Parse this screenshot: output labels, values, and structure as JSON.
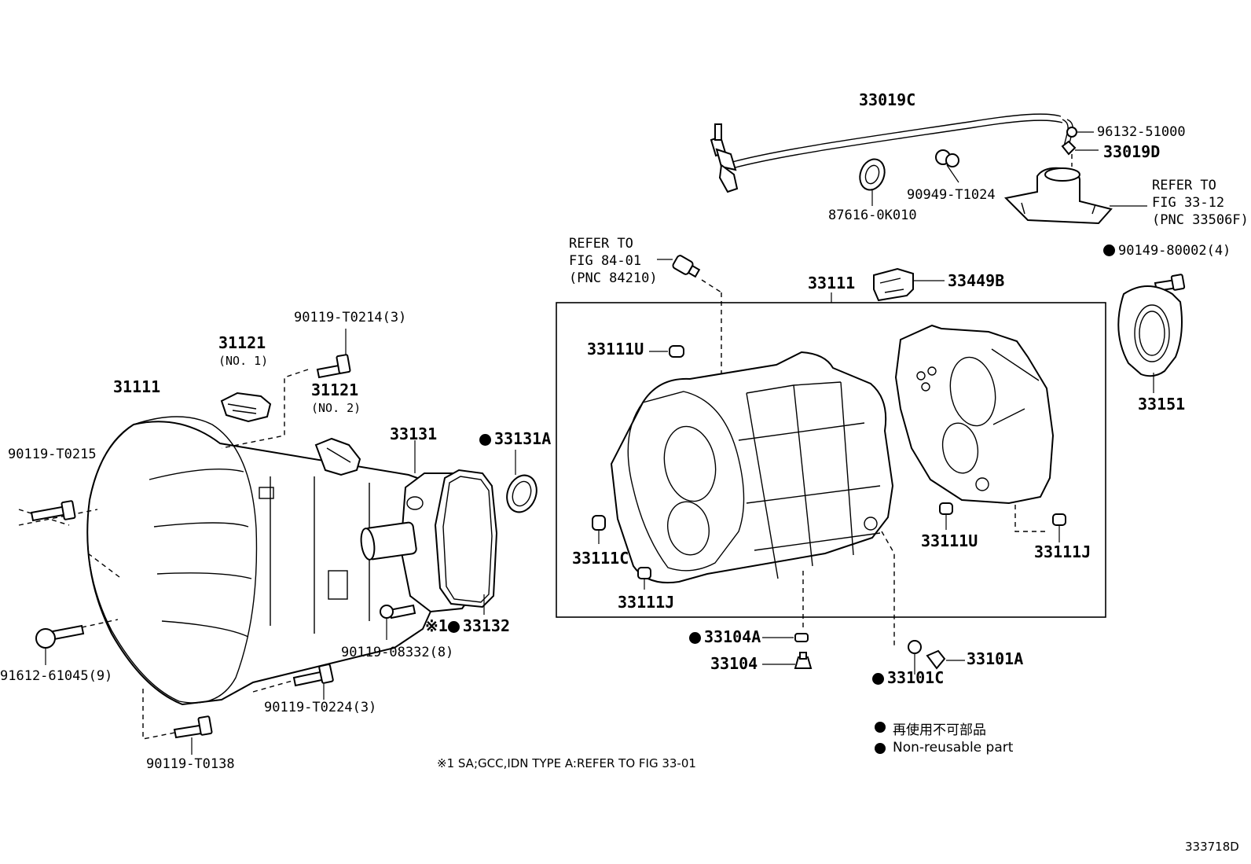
{
  "diagram": {
    "figure_code": "333718D",
    "footnote": "※1 SA;GCC,IDN TYPE A:REFER TO FIG 33-01",
    "legend": {
      "jp": "再使用不可部品",
      "en": "Non-reusable part"
    },
    "labels": {
      "p33019C": "33019C",
      "p96132": "96132-51000",
      "p33019D": "33019D",
      "p90949": "90949-T1024",
      "p87616": "87616-0K010",
      "ref3312_a": "REFER TO",
      "ref3312_b": "FIG 33-12",
      "ref3312_c": "(PNC 33506F)",
      "ref8401_a": "REFER TO",
      "ref8401_b": "FIG 84-01",
      "ref8401_c": "(PNC 84210)",
      "p90149": "90149-80002(4)",
      "p33449B": "33449B",
      "p33111": "33111",
      "p33111U_top": "33111U",
      "p33151": "33151",
      "p33111C": "33111C",
      "p33111J_left": "33111J",
      "p33111U_right": "33111U",
      "p33111J_right": "33111J",
      "p33104A": "33104A",
      "p33104": "33104",
      "p33101A": "33101A",
      "p33101C": "33101C",
      "p90119T0214": "90119-T0214(3)",
      "p31121_1": "31121",
      "p31121_1_sub": "(NO. 1)",
      "p31121_2": "31121",
      "p31121_2_sub": "(NO. 2)",
      "p31111": "31111",
      "p90119T0215": "90119-T0215",
      "p33131": "33131",
      "p33131A": "33131A",
      "p33132": "33132",
      "p33132_mark": "※1",
      "p90119_08332": "90119-08332(8)",
      "p91612": "91612-61045(9)",
      "p90119T0224": "90119-T0224(3)",
      "p90119T0138": "90119-T0138"
    },
    "non_reusable_marks": [
      "33131A",
      "33132",
      "90149-80002(4)",
      "33104A",
      "33101C"
    ]
  }
}
